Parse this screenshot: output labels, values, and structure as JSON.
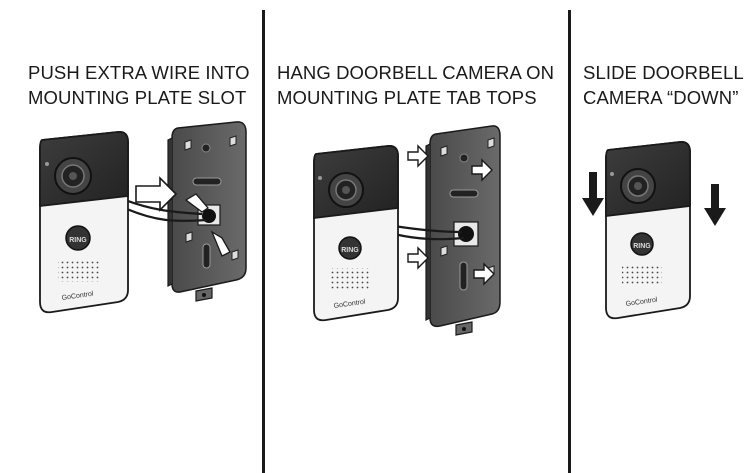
{
  "panels": [
    {
      "caption_line1": "PUSH EXTRA WIRE INTO",
      "caption_line2": "MOUNTING PLATE SLOT"
    },
    {
      "caption_line1": "HANG DOORBELL CAMERA ON",
      "caption_line2": "MOUNTING PLATE TAB TOPS"
    },
    {
      "caption_line1": "SLIDE DOORBELL",
      "caption_line2": "CAMERA “DOWN”"
    }
  ],
  "device": {
    "brand_label": "GoControl",
    "button_label": "RING"
  },
  "colors": {
    "line": "#1a1a1a",
    "plate": "#555555",
    "camera_top": "#2e2e2e",
    "camera_bottom": "#f4f4f4",
    "lens": "#3a3a3a"
  },
  "icons": [
    "outline-arrow-right-icon",
    "solid-arrow-down-icon",
    "doorbell-camera-illustration",
    "mounting-plate-illustration",
    "wire-illustration"
  ]
}
